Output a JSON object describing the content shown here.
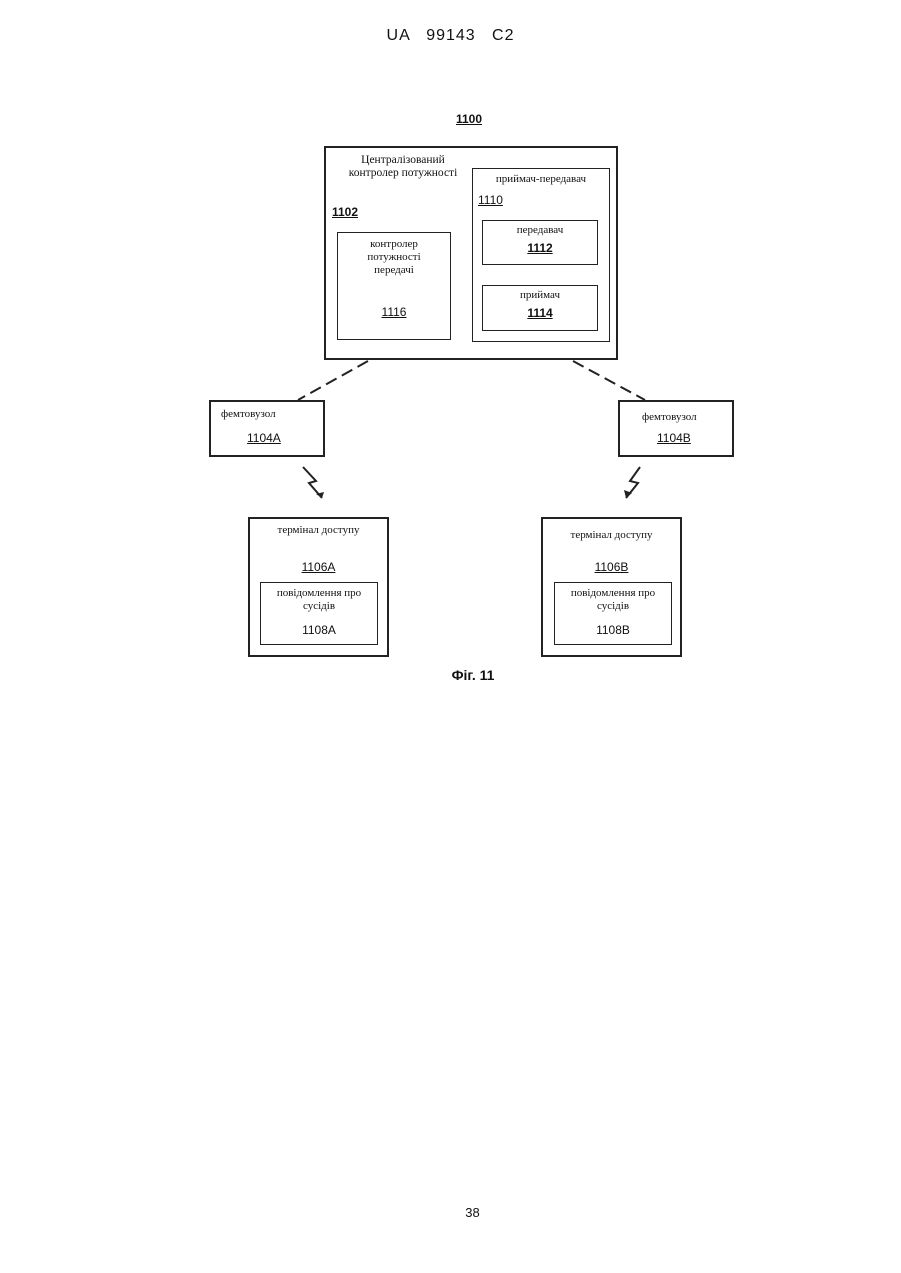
{
  "header": {
    "doc_id": "UA   99143   C2"
  },
  "diagram": {
    "id": "1100",
    "controller": {
      "title_line1": "Централізований",
      "title_line2": "контролер потужності",
      "id": "1102"
    },
    "tx_power_controller": {
      "line1": "контролер",
      "line2": "потужності",
      "line3": "передачі",
      "id": "1116"
    },
    "transceiver": {
      "title": "приймач-передавач",
      "id": "1110"
    },
    "transmitter": {
      "title": "передавач",
      "id": "1112"
    },
    "receiver": {
      "title": "приймач",
      "id": "1114"
    },
    "femto_a": {
      "title": "фемтовузол",
      "id": "1104A"
    },
    "femto_b": {
      "title": "фемтовузол",
      "id": "1104B"
    },
    "terminal_a": {
      "title": "термінал доступу",
      "id": "1106A",
      "msg_line1": "повідомлення про",
      "msg_line2": "сусідів",
      "msg_id": "1108A"
    },
    "terminal_b": {
      "title": "термінал доступу",
      "id": "1106B",
      "msg_line1": "повідомлення про",
      "msg_line2": "сусідів",
      "msg_id": "1108B"
    },
    "caption": "Фіг. 11"
  },
  "footer": {
    "page_number": "38"
  }
}
